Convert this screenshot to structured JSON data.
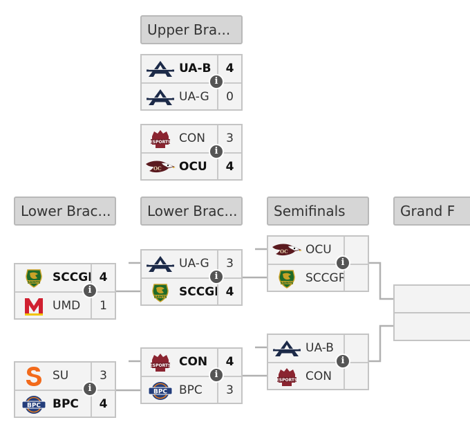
{
  "round_headers": {
    "upper": "Upper Bra...",
    "lower1": "Lower Brac...",
    "lower2": "Lower Brac...",
    "semis": "Semifinals",
    "grand": "Grand F"
  },
  "matches": {
    "ub1": {
      "teams": [
        {
          "name": "UA-B",
          "score": "4",
          "winner": true,
          "logo": "ua-logo-icon"
        },
        {
          "name": "UA-G",
          "score": "0",
          "winner": false,
          "logo": "ua-logo-icon"
        }
      ]
    },
    "ub2": {
      "teams": [
        {
          "name": "CON",
          "score": "3",
          "winner": false,
          "logo": "con-esports-logo-icon"
        },
        {
          "name": "OCU",
          "score": "4",
          "winner": true,
          "logo": "ocu-eagle-logo-icon"
        }
      ]
    },
    "lb1a": {
      "teams": [
        {
          "name": "SCCGR",
          "score": "4",
          "winner": true,
          "logo": "sccgr-saints-logo-icon"
        },
        {
          "name": "UMD",
          "score": "1",
          "winner": false,
          "logo": "umd-logo-icon"
        }
      ]
    },
    "lb1b": {
      "teams": [
        {
          "name": "SU",
          "score": "3",
          "winner": false,
          "logo": "su-logo-icon"
        },
        {
          "name": "BPC",
          "score": "4",
          "winner": true,
          "logo": "bpc-logo-icon"
        }
      ]
    },
    "lb2a": {
      "teams": [
        {
          "name": "UA-G",
          "score": "3",
          "winner": false,
          "logo": "ua-logo-icon"
        },
        {
          "name": "SCCGR",
          "score": "4",
          "winner": true,
          "logo": "sccgr-saints-logo-icon"
        }
      ]
    },
    "lb2b": {
      "teams": [
        {
          "name": "CON",
          "score": "4",
          "winner": true,
          "logo": "con-esports-logo-icon"
        },
        {
          "name": "BPC",
          "score": "3",
          "winner": false,
          "logo": "bpc-logo-icon"
        }
      ]
    },
    "sf1": {
      "teams": [
        {
          "name": "OCU",
          "score": "",
          "winner": false,
          "logo": "ocu-eagle-logo-icon"
        },
        {
          "name": "SCCGR",
          "score": "",
          "winner": false,
          "logo": "sccgr-saints-logo-icon"
        }
      ]
    },
    "sf2": {
      "teams": [
        {
          "name": "UA-B",
          "score": "",
          "winner": false,
          "logo": "ua-logo-icon"
        },
        {
          "name": "CON",
          "score": "",
          "winner": false,
          "logo": "con-esports-logo-icon"
        }
      ]
    }
  },
  "colors": {
    "header_bg": "#d6d6d6",
    "row_bg": "#f3f3f3",
    "connector": "#b0b0b0",
    "info_icon": "#555555",
    "ua_navy": "#1c2a48",
    "con_maroon": "#8a2430",
    "umd_red": "#d02030",
    "su_orange": "#f26a1b",
    "bpc_blue": "#233d7b",
    "sccgr_green": "#1f6b2a",
    "sccgr_gold": "#c9a227"
  }
}
